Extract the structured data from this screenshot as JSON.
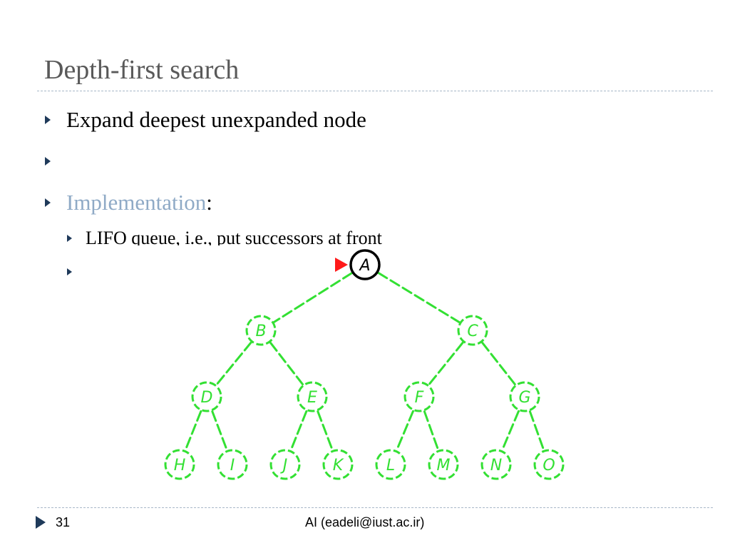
{
  "slide": {
    "title": "Depth-first search",
    "bullets": {
      "b1": "Expand deepest unexpanded node",
      "b2": "",
      "b3_highlight": "Implementation",
      "b3_rest": ":",
      "b4": "LIFO queue, i.e., put successors at front",
      "b5": ""
    },
    "tree": {
      "nodes": [
        "A",
        "B",
        "C",
        "D",
        "E",
        "F",
        "G",
        "H",
        "I",
        "J",
        "K",
        "L",
        "M",
        "N",
        "O"
      ],
      "current_node": "A",
      "colors": {
        "current": "#000000",
        "frontier": "#33e033",
        "marker": "#ff1a1a"
      }
    },
    "footer": {
      "page_number": "31",
      "text": "AI (eadeli@iust.ac.ir)"
    }
  }
}
